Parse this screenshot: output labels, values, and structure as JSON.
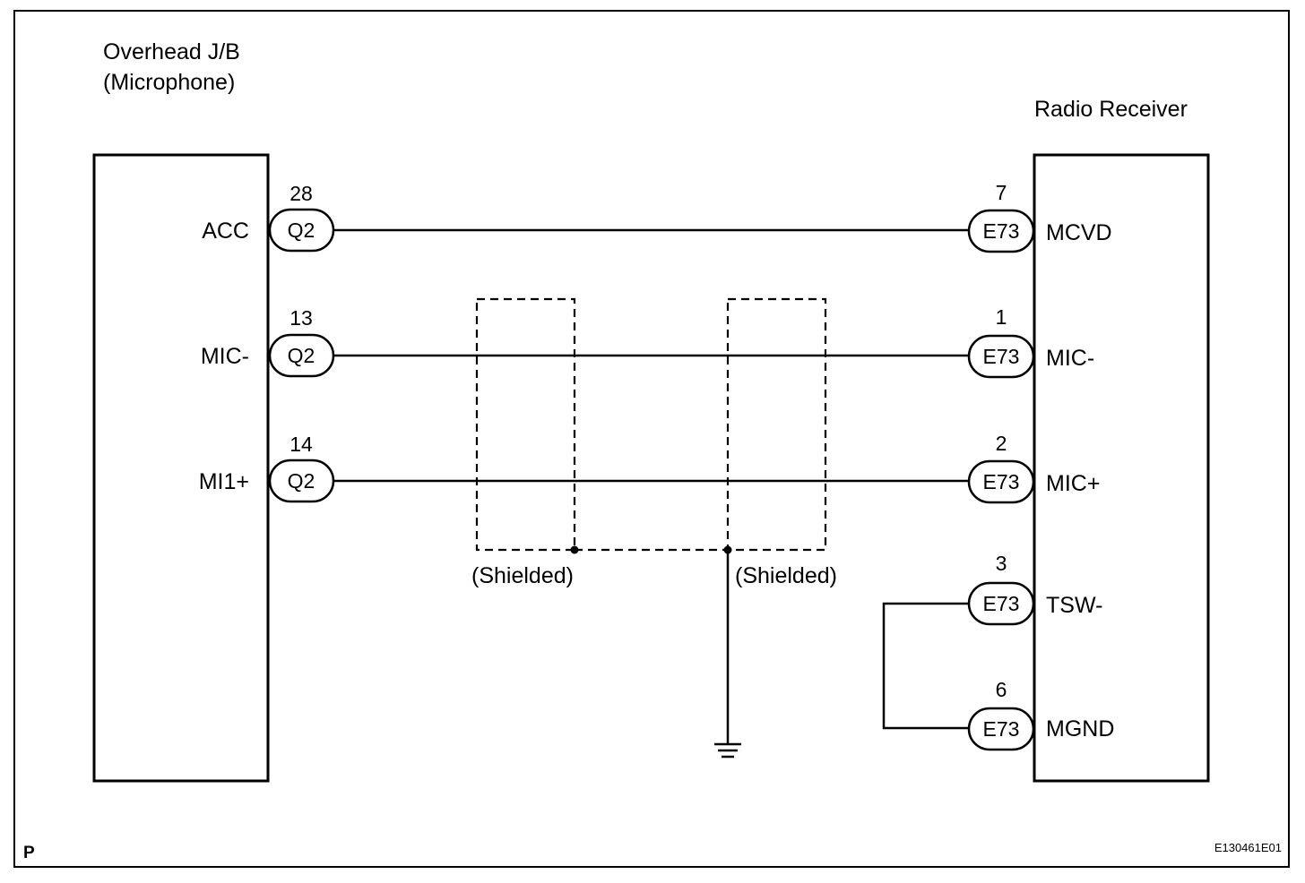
{
  "left_component": {
    "name_line1": "Overhead J/B",
    "name_line2": "(Microphone)",
    "pins": [
      {
        "label": "ACC",
        "connector": "Q2",
        "number": "28"
      },
      {
        "label": "MIC-",
        "connector": "Q2",
        "number": "13"
      },
      {
        "label": "MI1+",
        "connector": "Q2",
        "number": "14"
      }
    ]
  },
  "right_component": {
    "name": "Radio Receiver",
    "pins": [
      {
        "label": "MCVD",
        "connector": "E73",
        "number": "7"
      },
      {
        "label": "MIC-",
        "connector": "E73",
        "number": "1"
      },
      {
        "label": "MIC+",
        "connector": "E73",
        "number": "2"
      },
      {
        "label": "TSW-",
        "connector": "E73",
        "number": "3"
      },
      {
        "label": "MGND",
        "connector": "E73",
        "number": "6"
      }
    ]
  },
  "shield_labels": [
    "(Shielded)",
    "(Shielded)"
  ],
  "corner_letter": "P",
  "figure_code": "E130461E01"
}
